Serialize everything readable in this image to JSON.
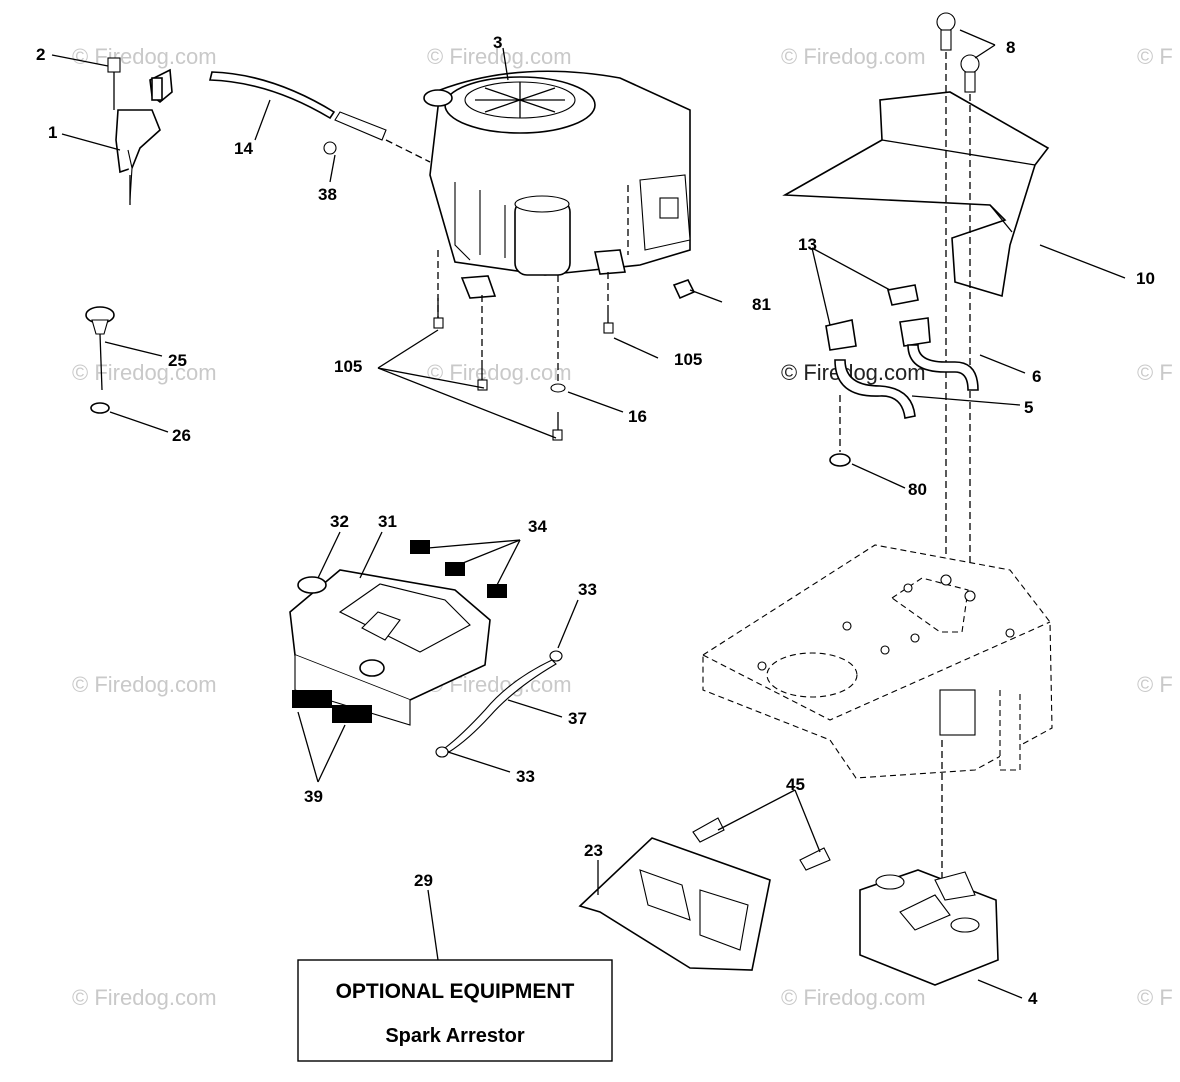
{
  "watermark": {
    "text": "© Firedog.com",
    "partial": "© F"
  },
  "callouts": {
    "c1": "1",
    "c2": "2",
    "c3": "3",
    "c4": "4",
    "c5": "5",
    "c6": "6",
    "c8": "8",
    "c10": "10",
    "c13": "13",
    "c14": "14",
    "c16": "16",
    "c23": "23",
    "c25": "25",
    "c26": "26",
    "c29": "29",
    "c31": "31",
    "c32": "32",
    "c33a": "33",
    "c33b": "33",
    "c34": "34",
    "c37": "37",
    "c38": "38",
    "c39": "39",
    "c45": "45",
    "c80": "80",
    "c81": "81",
    "c105a": "105",
    "c105b": "105"
  },
  "optional_box": {
    "title": "OPTIONAL EQUIPMENT",
    "subtitle": "Spark Arrestor"
  }
}
